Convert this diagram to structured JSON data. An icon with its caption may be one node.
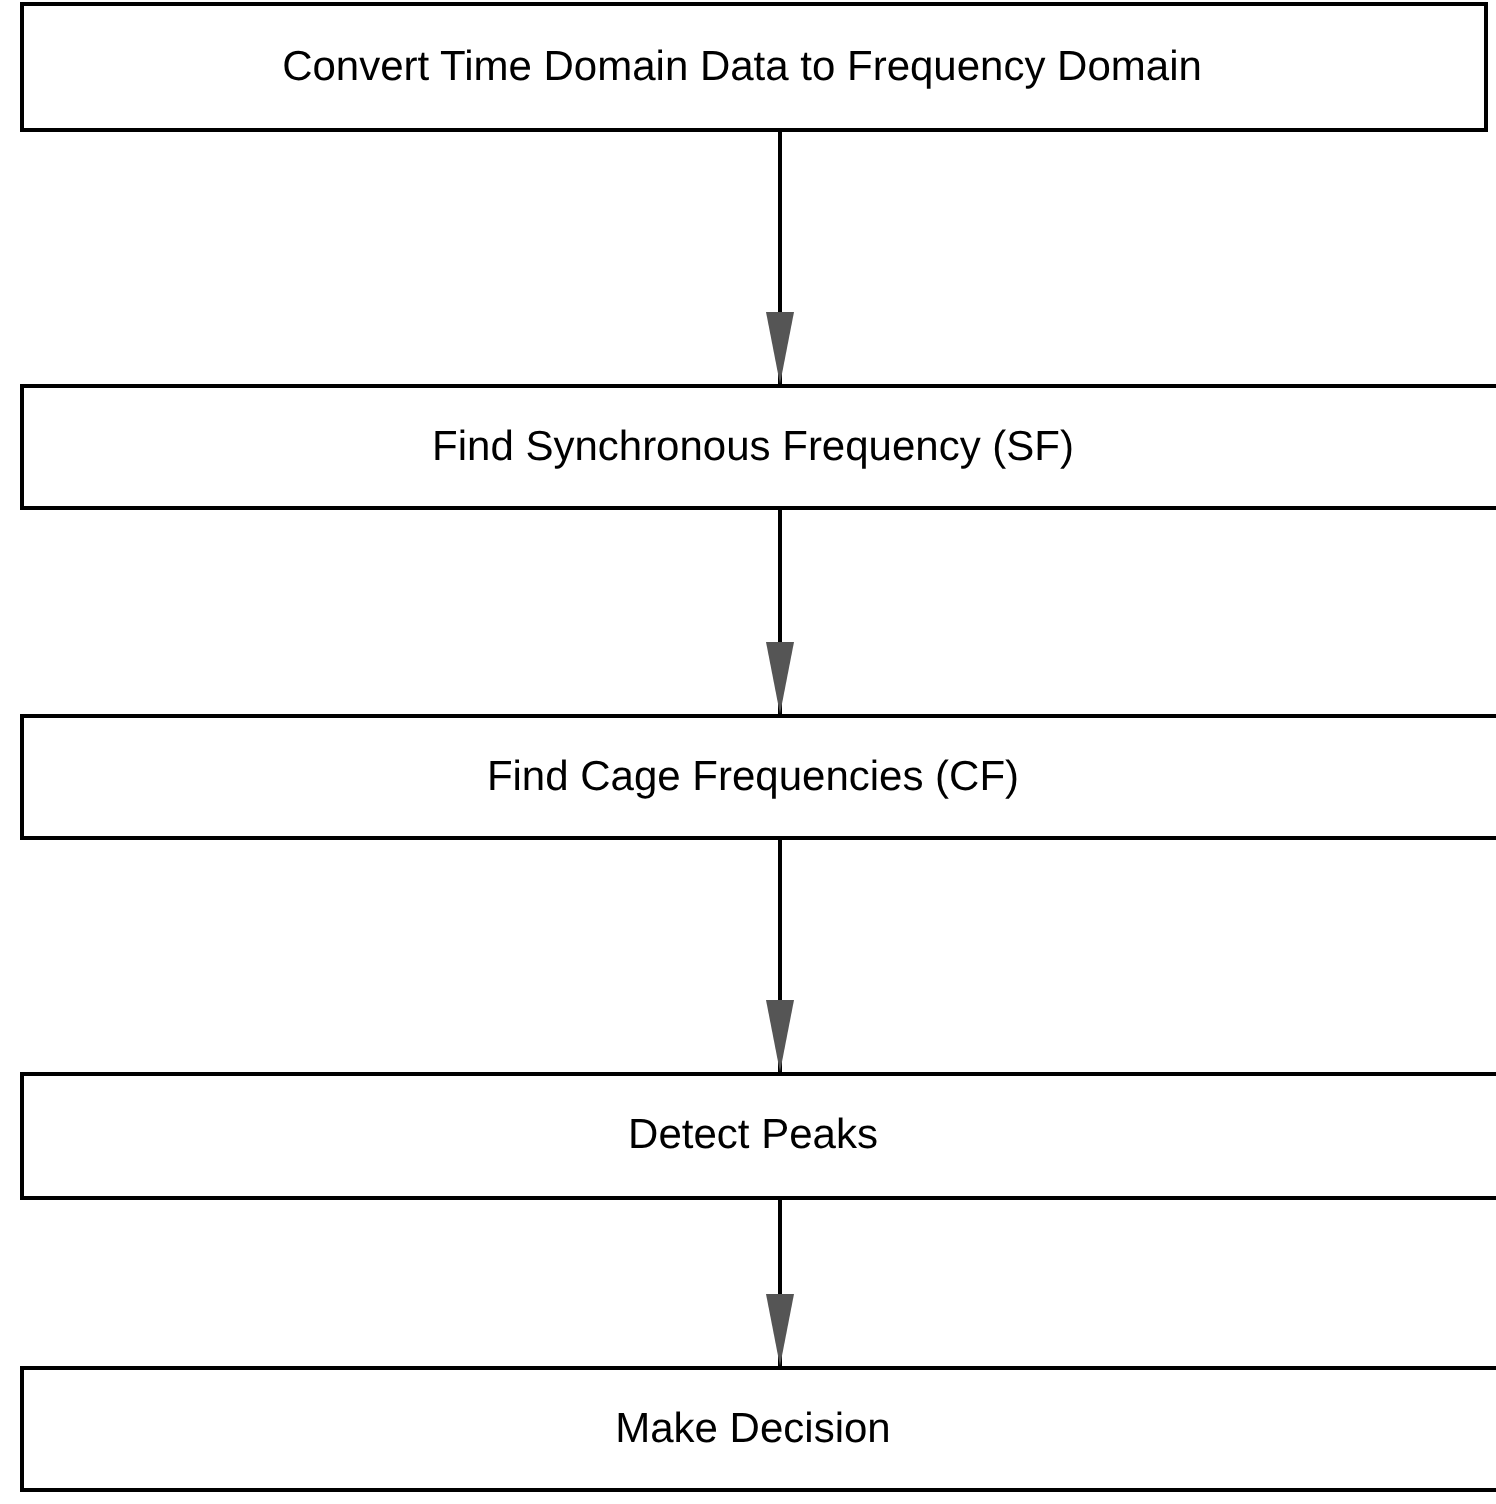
{
  "diagram": {
    "nodes": [
      {
        "text": [
          "Convert Time Domain Data to Frequency Domain"
        ]
      },
      {
        "text": [
          "Find Synchronous Frequency (SF)"
        ]
      },
      {
        "text": [
          "Find Cage Frequencies (CF)"
        ]
      },
      {
        "text": [
          "Detect Peaks"
        ]
      },
      {
        "text": [
          "Make Decision"
        ]
      }
    ],
    "edges": [
      {
        "from": 0,
        "to": 1,
        "arrow": "to"
      },
      {
        "from": 1,
        "to": 2,
        "arrow": "to"
      },
      {
        "from": 2,
        "to": 3,
        "arrow": "to"
      },
      {
        "from": 3,
        "to": 4,
        "arrow": "to"
      }
    ]
  }
}
